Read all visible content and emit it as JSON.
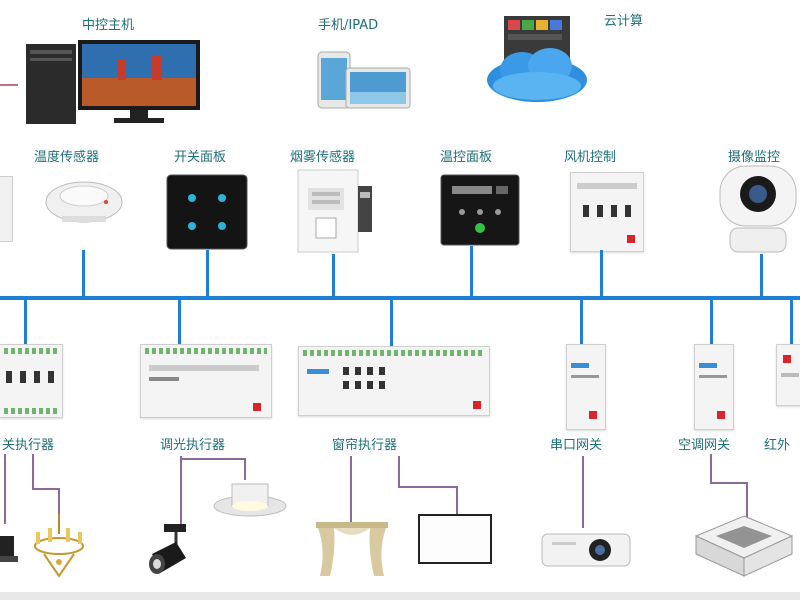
{
  "colors": {
    "bus": "#1f7fd4",
    "label": "#1e6f78",
    "load_wire": "#8a6a9a"
  },
  "top_row": [
    {
      "label": "中控主机",
      "icon": "desktop-pc-icon"
    },
    {
      "label": "手机/IPAD",
      "icon": "phone-tablet-icon"
    },
    {
      "label": "云计算",
      "icon": "cloud-server-icon"
    }
  ],
  "sensor_row": [
    {
      "label": "温度传感器",
      "icon": "smoke-detector-icon"
    },
    {
      "label": "开关面板",
      "icon": "switch-panel-icon"
    },
    {
      "label": "烟雾传感器",
      "icon": "smoke-sensor-icon"
    },
    {
      "label": "温控面板",
      "icon": "thermostat-panel-icon"
    },
    {
      "label": "风机控制",
      "icon": "fan-controller-icon"
    },
    {
      "label": "摄像监控",
      "icon": "camera-icon"
    }
  ],
  "actuator_row": [
    {
      "label": "关执行器",
      "icon": "switch-actuator-icon"
    },
    {
      "label": "调光执行器",
      "icon": "dimmer-actuator-icon"
    },
    {
      "label": "窗帘执行器",
      "icon": "curtain-actuator-icon"
    },
    {
      "label": "串口网关",
      "icon": "serial-gateway-icon"
    },
    {
      "label": "空调网关",
      "icon": "ac-gateway-icon"
    },
    {
      "label": "红外",
      "icon": "ir-module-icon"
    }
  ],
  "load_row": [
    {
      "icon": "spotlight-icon"
    },
    {
      "icon": "chandelier-icon"
    },
    {
      "icon": "track-light-icon"
    },
    {
      "icon": "downlight-icon"
    },
    {
      "icon": "curtain-icon"
    },
    {
      "icon": "projection-screen-icon"
    },
    {
      "icon": "projector-icon"
    },
    {
      "icon": "ceiling-ac-icon"
    }
  ]
}
